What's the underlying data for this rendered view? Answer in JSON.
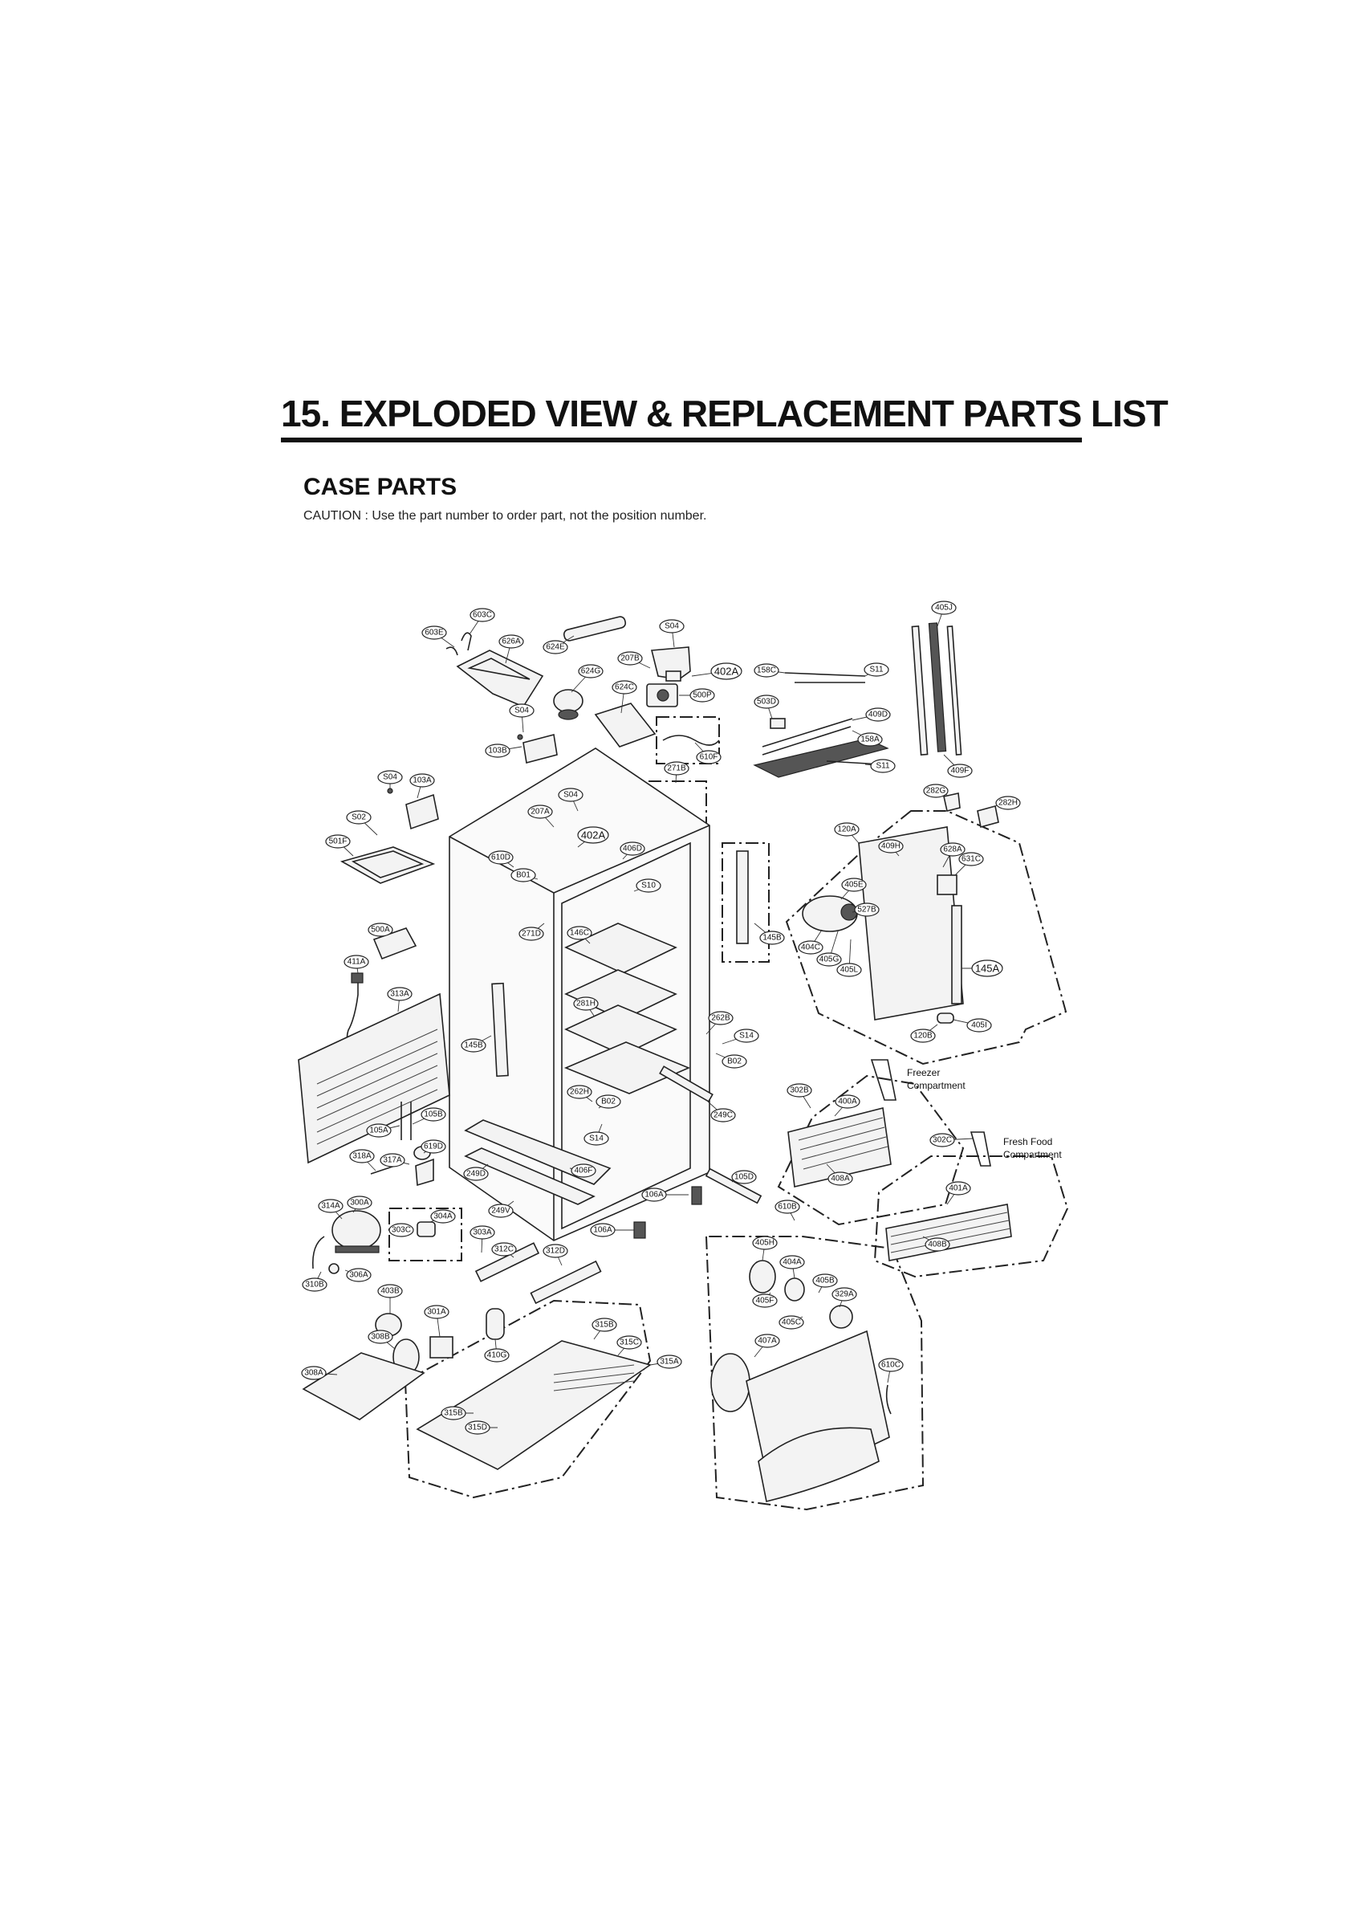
{
  "title": "15. EXPLODED VIEW & REPLACEMENT PARTS LIST",
  "section": "CASE PARTS",
  "caution": "CAUTION : Use the part number to order part, not the position number.",
  "areas": {
    "freezer_line1": "Freezer",
    "freezer_line2": "Compartment",
    "freshfood_line1": "Fresh Food",
    "freshfood_line2": "Compartment"
  },
  "callouts": [
    "603C",
    "603E",
    "626A",
    "624E",
    "624G",
    "624C",
    "207B",
    "S04",
    "402A",
    "500P",
    "158C",
    "S11",
    "503D",
    "409D",
    "158A",
    "S11",
    "405J",
    "409F",
    "282G",
    "282H",
    "S04",
    "103B",
    "610F",
    "271B",
    "S04",
    "103A",
    "S04",
    "207A",
    "402A",
    "406D",
    "S02",
    "501F",
    "610D",
    "B01",
    "S10",
    "271D",
    "146C",
    "145B",
    "120A",
    "409H",
    "628A",
    "631C",
    "405E",
    "527B",
    "404C",
    "405G",
    "405L",
    "145A",
    "120B",
    "405I",
    "500A",
    "411A",
    "313A",
    "281H",
    "262B",
    "S14",
    "B02",
    "145B",
    "302B",
    "400A",
    "262H",
    "B02",
    "S14",
    "249C",
    "105B",
    "105A",
    "318A",
    "317A",
    "619D",
    "249D",
    "406F",
    "105D",
    "106A",
    "302C",
    "401A",
    "408A",
    "610B",
    "408B",
    "314A",
    "300A",
    "304A",
    "303C",
    "303A",
    "249V",
    "106A",
    "312C",
    "312D",
    "405H",
    "404A",
    "405B",
    "329A",
    "405F",
    "405C",
    "306A",
    "310B",
    "403B",
    "301A",
    "308B",
    "410G",
    "315B",
    "315C",
    "315A",
    "407A",
    "610C",
    "308A",
    "315B",
    "315D"
  ]
}
